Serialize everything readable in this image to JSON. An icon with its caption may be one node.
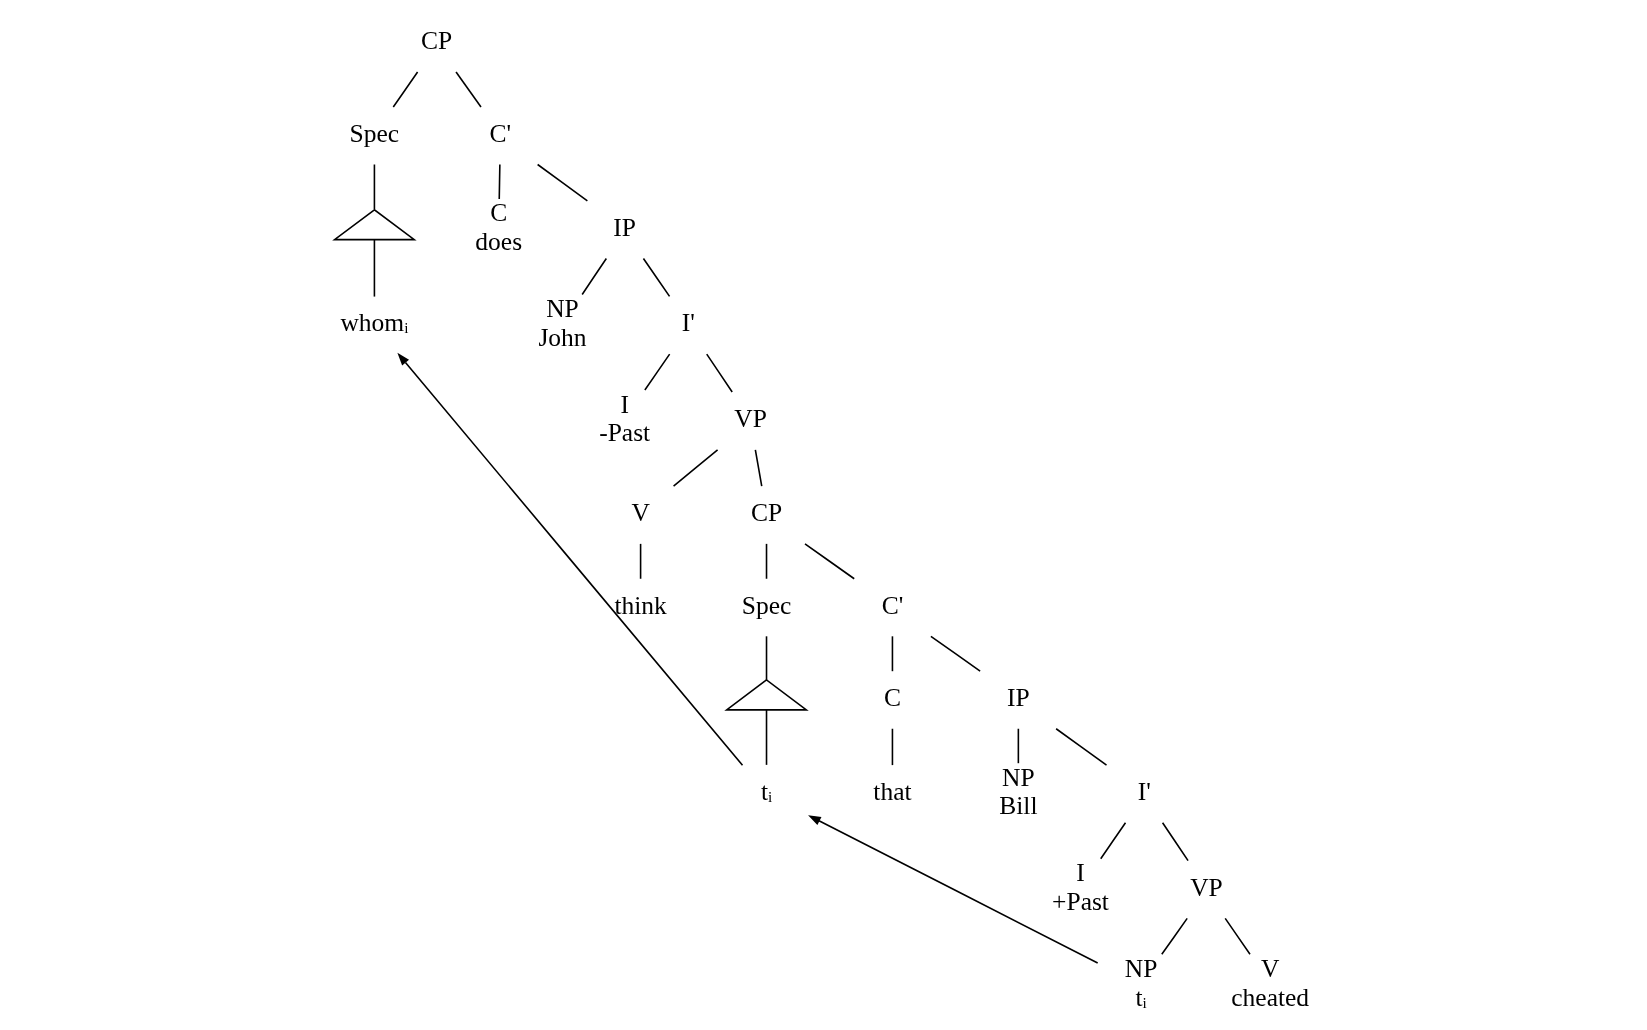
{
  "diagram": {
    "nodes": [
      {
        "text": [
          "CP"
        ]
      },
      {
        "text": [
          "Spec"
        ]
      },
      {
        "text": [],
        "shape": "triangle"
      },
      {
        "text": [
          "whomᵢ"
        ]
      },
      {
        "text": [
          "C'"
        ]
      },
      {
        "text": [
          "C",
          "does"
        ]
      },
      {
        "text": [
          "IP"
        ]
      },
      {
        "text": [
          "NP",
          "John"
        ]
      },
      {
        "text": [
          "I'"
        ]
      },
      {
        "text": [
          "I",
          "-Past"
        ]
      },
      {
        "text": [
          "VP"
        ]
      },
      {
        "text": [
          "V"
        ]
      },
      {
        "text": [
          "think"
        ]
      },
      {
        "text": [
          "CP"
        ]
      },
      {
        "text": [
          "Spec"
        ]
      },
      {
        "text": [],
        "shape": "triangle"
      },
      {
        "text": [
          "tᵢ"
        ]
      },
      {
        "text": [
          "C'"
        ]
      },
      {
        "text": [
          "C"
        ]
      },
      {
        "text": [
          "that"
        ]
      },
      {
        "text": [
          "IP"
        ]
      },
      {
        "text": [
          "NP",
          "Bill"
        ]
      },
      {
        "text": [
          "I'"
        ]
      },
      {
        "text": [
          "I",
          "+Past"
        ]
      },
      {
        "text": [
          "VP"
        ]
      },
      {
        "text": [
          "V",
          "cheated"
        ]
      },
      {
        "text": [
          "NP",
          "tᵢ"
        ]
      }
    ],
    "edges": [
      {
        "from": 0,
        "to": 1,
        "arrow": "none"
      },
      {
        "from": 0,
        "to": 4,
        "arrow": "none"
      },
      {
        "from": 1,
        "to": 2,
        "arrow": "none"
      },
      {
        "from": 2,
        "to": 3,
        "arrow": "none"
      },
      {
        "from": 4,
        "to": 5,
        "arrow": "none"
      },
      {
        "from": 4,
        "to": 6,
        "arrow": "none"
      },
      {
        "from": 6,
        "to": 7,
        "arrow": "none"
      },
      {
        "from": 6,
        "to": 8,
        "arrow": "none"
      },
      {
        "from": 8,
        "to": 9,
        "arrow": "none"
      },
      {
        "from": 8,
        "to": 10,
        "arrow": "none"
      },
      {
        "from": 10,
        "to": 11,
        "arrow": "none"
      },
      {
        "from": 10,
        "to": 13,
        "arrow": "none"
      },
      {
        "from": 11,
        "to": 12,
        "arrow": "none"
      },
      {
        "from": 13,
        "to": 14,
        "arrow": "none"
      },
      {
        "from": 13,
        "to": 17,
        "arrow": "none"
      },
      {
        "from": 14,
        "to": 15,
        "arrow": "none"
      },
      {
        "from": 15,
        "to": 16,
        "arrow": "none"
      },
      {
        "from": 17,
        "to": 18,
        "arrow": "none"
      },
      {
        "from": 17,
        "to": 20,
        "arrow": "none"
      },
      {
        "from": 18,
        "to": 19,
        "arrow": "none"
      },
      {
        "from": 20,
        "to": 21,
        "arrow": "none"
      },
      {
        "from": 20,
        "to": 22,
        "arrow": "none"
      },
      {
        "from": 22,
        "to": 23,
        "arrow": "none"
      },
      {
        "from": 22,
        "to": 24,
        "arrow": "none"
      },
      {
        "from": 24,
        "to": 25,
        "arrow": "none"
      },
      {
        "from": 24,
        "to": 26,
        "arrow": "none"
      },
      {
        "from": 16,
        "to": 3,
        "arrow": "to"
      },
      {
        "from": 26,
        "to": 16,
        "arrow": "to"
      }
    ]
  }
}
